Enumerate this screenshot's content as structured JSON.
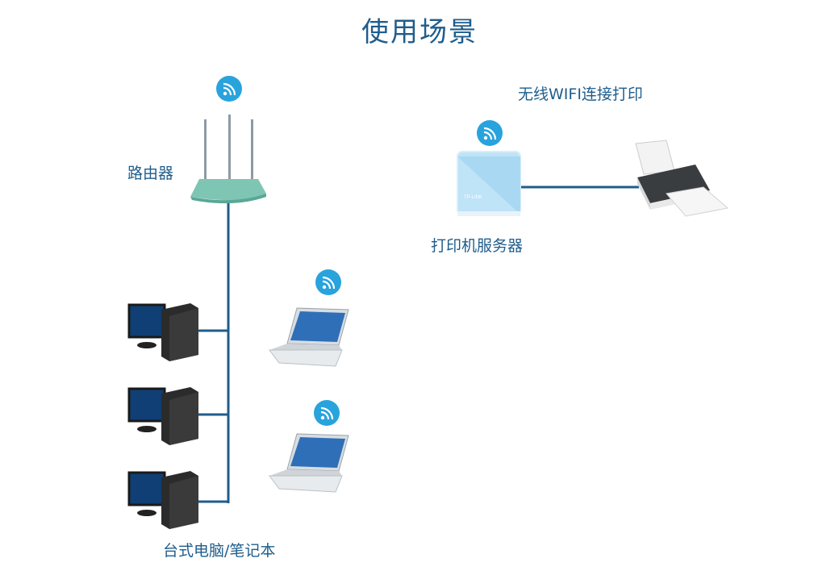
{
  "title": "使用场景",
  "labels": {
    "router": "路由器",
    "wifi_print": "无线WIFI连接打印",
    "print_server": "打印机服务器",
    "computers": "台式电脑/笔记本"
  },
  "device_brand": "TP-LINK",
  "colors": {
    "line": "#1f5d8c",
    "text": "#1f5d8c",
    "wifi_badge": "#29a3dc"
  },
  "icons": [
    "wifi-icon",
    "router-icon",
    "print-server-icon",
    "printer-icon",
    "desktop-computer-icon",
    "laptop-icon"
  ]
}
